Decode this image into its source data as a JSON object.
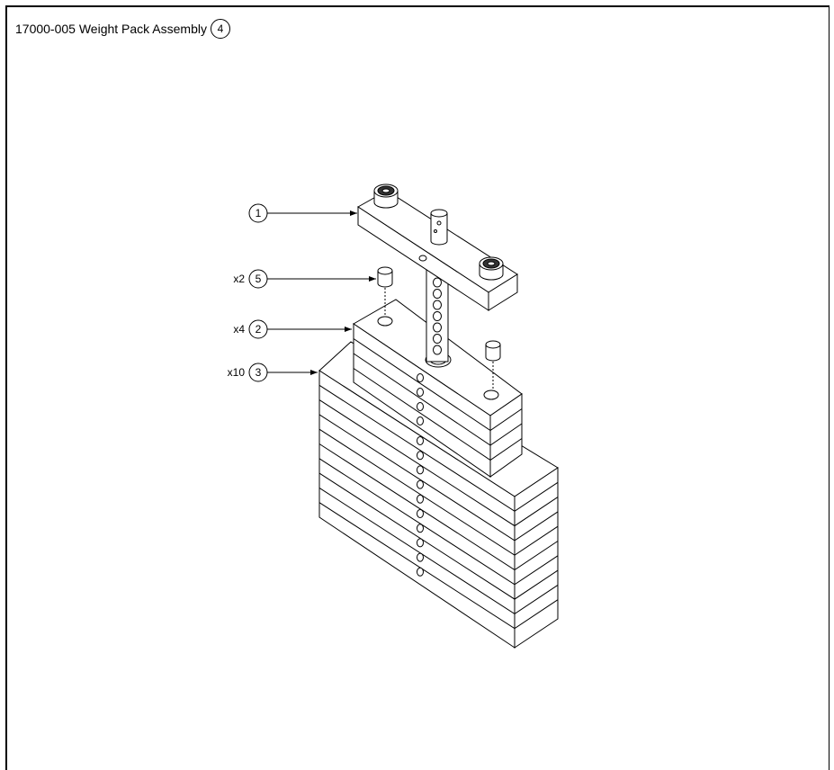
{
  "title": {
    "text": "17000-005 Weight Pack Assembly",
    "badge": "4"
  },
  "callouts": [
    {
      "number": "1",
      "quantity": ""
    },
    {
      "number": "5",
      "quantity": "x2"
    },
    {
      "number": "2",
      "quantity": "x4"
    },
    {
      "number": "3",
      "quantity": "x10"
    }
  ]
}
